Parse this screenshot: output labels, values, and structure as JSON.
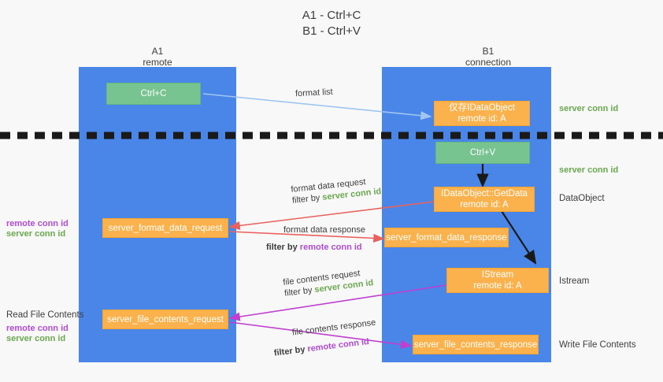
{
  "title": {
    "line1": "A1 - Ctrl+C",
    "line2": "B1 - Ctrl+V"
  },
  "columns": [
    {
      "name": "A1",
      "role": "remote"
    },
    {
      "name": "B1",
      "role": "connection"
    }
  ],
  "nodes": {
    "ctrl_c": {
      "label": "Ctrl+C"
    },
    "ctrl_v": {
      "label": "Ctrl+V"
    },
    "stored_dataobject": {
      "line1": "仅存IDataObject",
      "line2": "remote id: A"
    },
    "getdata": {
      "line1": "IDataObject::GetData",
      "line2": "remote id: A"
    },
    "istream": {
      "line1": "IStream",
      "line2": "remote id: A"
    },
    "server_format_data_request": {
      "label": "server_format_data_request"
    },
    "server_format_data_response": {
      "label": "server_format_data_response"
    },
    "server_file_contents_request": {
      "label": "server_file_contents_request"
    },
    "server_file_contents_response": {
      "label": "server_file_contents_response"
    }
  },
  "edges": {
    "format_list": {
      "label": "format list"
    },
    "format_data_request": {
      "label": "format data request",
      "filter_prefix": "filter by ",
      "filter_value": "server conn id"
    },
    "format_data_response": {
      "label": "format data response",
      "filter_prefix": "filter by ",
      "filter_value": "remote conn id"
    },
    "file_contents_request": {
      "label": "file contents request",
      "filter_prefix": "filter by ",
      "filter_value": "server conn id"
    },
    "file_contents_response": {
      "label": "file contents response",
      "filter_prefix": "filter by ",
      "filter_value": "remote conn id"
    }
  },
  "annotations": {
    "right": [
      {
        "text": "server conn id",
        "kind": "green"
      },
      {
        "text": "server conn id",
        "kind": "green"
      },
      {
        "text": "DataObject",
        "kind": "plain"
      },
      {
        "text": "Istream",
        "kind": "plain"
      },
      {
        "text": "Write File Contents",
        "kind": "plain"
      }
    ],
    "left": {
      "remote_conn_id": "remote conn id",
      "server_conn_id": "server conn id",
      "read_file_contents": "Read File Contents"
    }
  },
  "colors": {
    "lane": "#4a86e8",
    "green_box": "#77c490",
    "orange_box": "#fcb24c",
    "green_text": "#6aa84f",
    "purple_text": "#b24bd4",
    "blue_arrow": "#9fc5f0",
    "red_arrow": "#e8615c",
    "magenta_arrow": "#c03fd0",
    "dark_arrow": "#1a1a1a",
    "background": "#f8f8f8"
  }
}
